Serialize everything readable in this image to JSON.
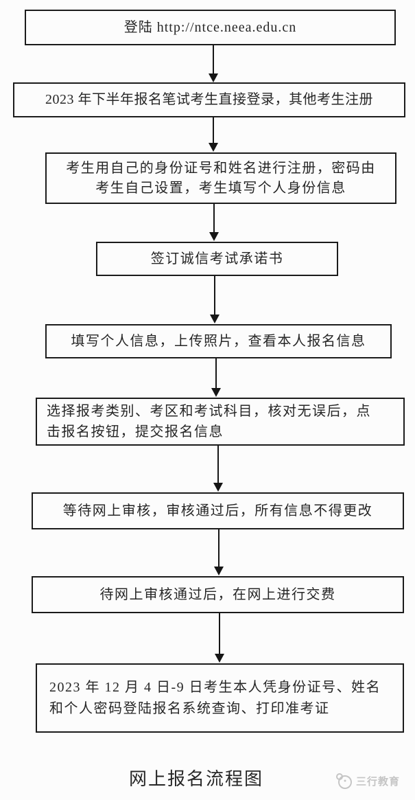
{
  "page": {
    "background": "#fcfcfc",
    "caption": "网上报名流程图"
  },
  "flowchart": {
    "box_border_color": "#1b1b1b",
    "text_color": "#262626",
    "steps": [
      {
        "name": "visit-site",
        "text": "登陆 http://ntce.neea.edu.cn"
      },
      {
        "name": "login-or-register",
        "text": "2023 年下半年报名笔试考生直接登录，其他考生注册"
      },
      {
        "name": "register-with-id",
        "text": "考生用自己的身份证号和姓名进行注册，密码由考生自己设置，考生填写个人身份信息"
      },
      {
        "name": "sign-honesty-pledge",
        "text": "签订诚信考试承诺书"
      },
      {
        "name": "fill-personal-info",
        "text": "填写个人信息，上传照片，查看本人报名信息"
      },
      {
        "name": "select-category-submit",
        "text": "选择报考类别、考区和考试科目，核对无误后，点击报名按钮，提交报名信息"
      },
      {
        "name": "wait-online-review",
        "text": "等待网上审核，审核通过后，所有信息不得更改"
      },
      {
        "name": "pay-online",
        "text": "待网上审核通过后，在网上进行交费"
      },
      {
        "name": "print-admission-ticket",
        "text": "2023 年 12 月 4 日-9 日考生本人凭身份证号、姓名和个人密码登陆报名系统查询、打印准考证"
      }
    ]
  },
  "watermark": {
    "text": "三行教育",
    "color": "#c5c5c5"
  }
}
